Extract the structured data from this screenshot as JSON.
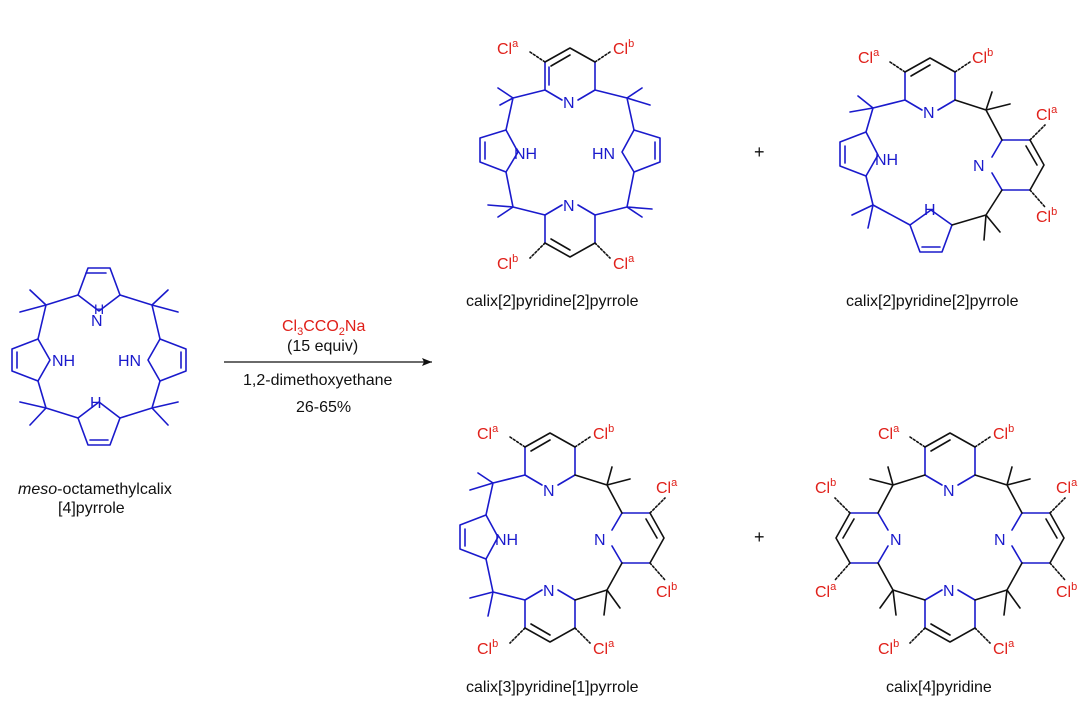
{
  "reactant": {
    "name_italic": "meso",
    "name_line1_rest": "-octamethylcalix",
    "name_line2": "[4]pyrrole"
  },
  "conditions": {
    "reagent_prefix": "Cl",
    "reagent_sub": "3",
    "reagent_mid": "CCO",
    "reagent_sub2": "2",
    "reagent_suffix": "Na",
    "equiv": "(15 equiv)",
    "solvent": "1,2-dimethoxyethane",
    "yield": "26-65%"
  },
  "products": [
    {
      "name": "calix[2]pyridine[2]pyrrole"
    },
    {
      "name": "calix[2]pyridine[2]pyrrole"
    },
    {
      "name": "calix[3]pyridine[1]pyrrole"
    },
    {
      "name": "calix[4]pyridine"
    }
  ],
  "atoms": {
    "nh": "NH",
    "hn": "HN",
    "h": "H",
    "n": "N",
    "cl": "Cl",
    "a": "a",
    "b": "b"
  },
  "plus": "+",
  "colors": {
    "pyrrole_blue": "#1a1acc",
    "chlorine_red": "#e0201a",
    "ink": "#111111"
  }
}
